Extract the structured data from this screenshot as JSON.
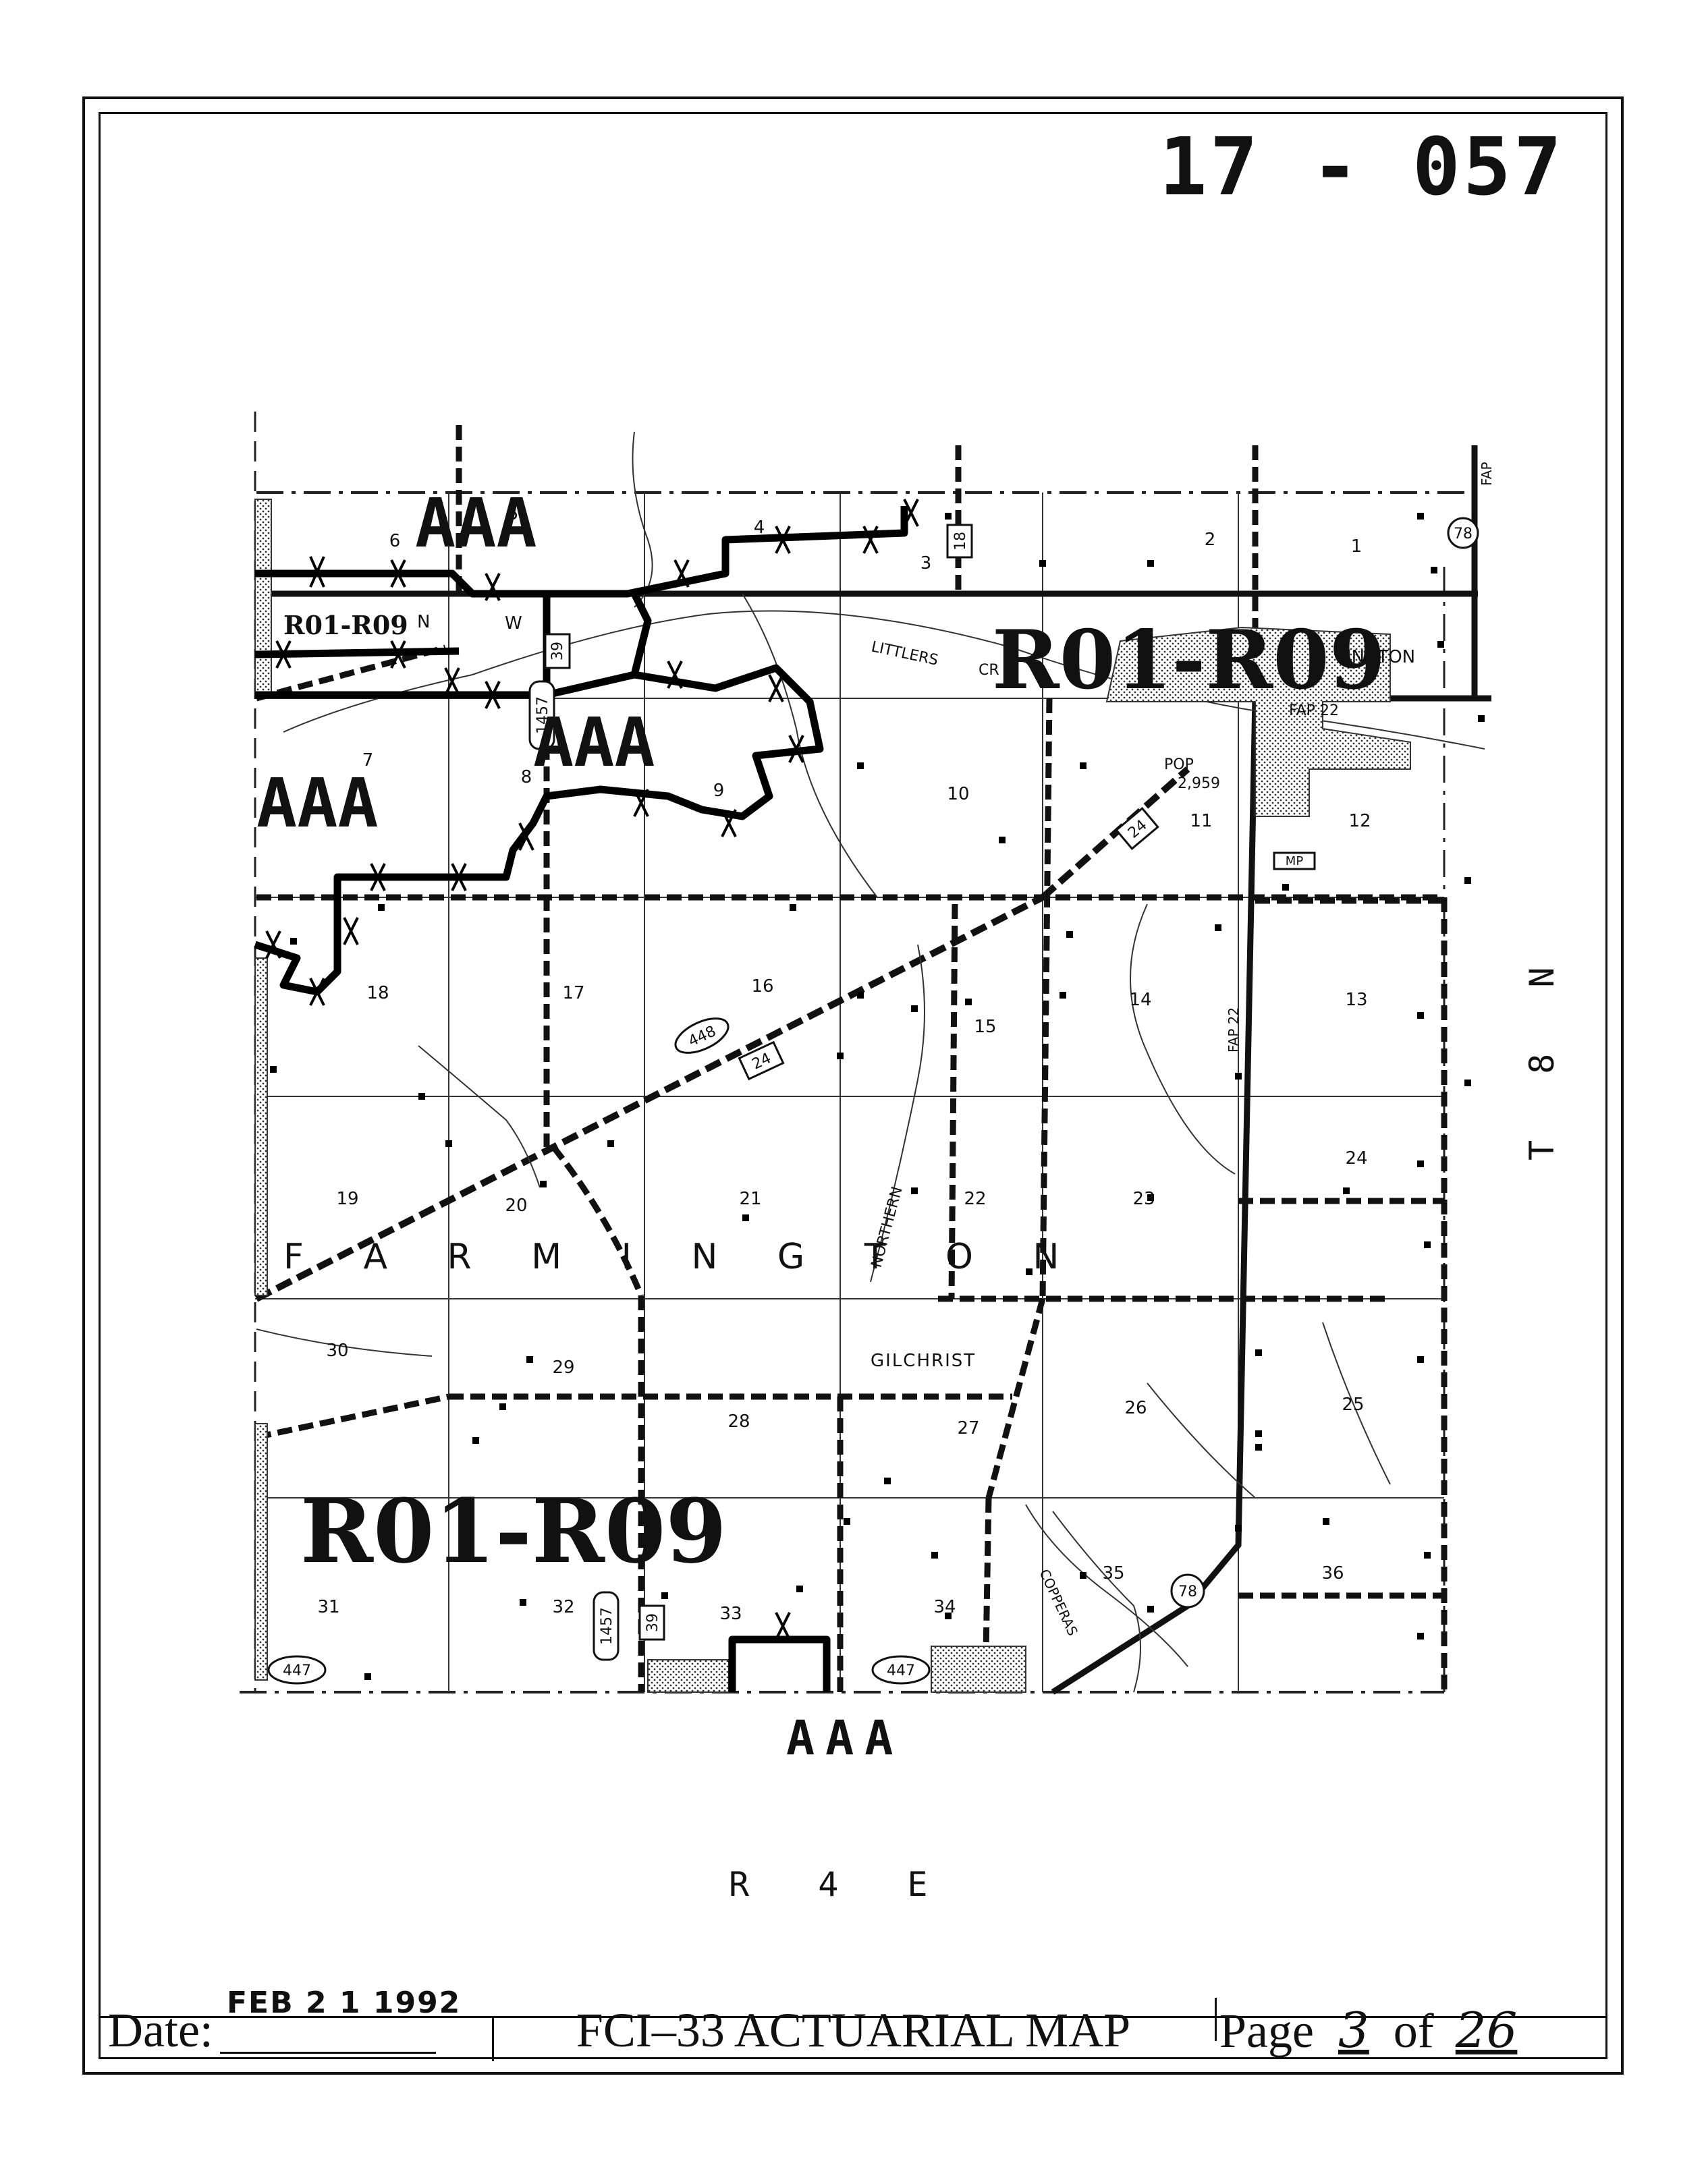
{
  "map_id": "17 - 057",
  "map": {
    "township_label": "T 8 N",
    "range_label": "R 4 E",
    "place_name": "F A R M I N G T O N",
    "town_name": "GILCHRIST",
    "partial_town": "INGTON",
    "pop_label": "POP",
    "pop_value": "2,959",
    "mp_label": "MP",
    "creek_littlers": "LITTLERS",
    "creek_cr": "CR",
    "creek_northern": "NORTHERN",
    "creek_copperas": "COPPERAS",
    "fap_22_label": "FAP 22",
    "fap_label": "FAP",
    "rate_codes": [
      "R01-R09",
      "R01-R09",
      "R01-R09"
    ],
    "risk_labels": [
      "AAA",
      "AAA",
      "AAA",
      "AAA"
    ],
    "sections": [
      "1",
      "2",
      "3",
      "4",
      "5",
      "6",
      "7",
      "8",
      "9",
      "10",
      "11",
      "12",
      "13",
      "14",
      "15",
      "16",
      "17",
      "18",
      "19",
      "20",
      "21",
      "22",
      "23",
      "24",
      "25",
      "26",
      "27",
      "28",
      "29",
      "30",
      "31",
      "32",
      "33",
      "34",
      "35",
      "36"
    ],
    "routes": {
      "r78_top": "78",
      "r18": "18",
      "r39_top": "39",
      "r1457_top": "1457",
      "r24_top": "24",
      "r448": "448",
      "r24_mid": "24",
      "r1457_bottom": "1457",
      "r39_bottom": "39",
      "r447_left": "447",
      "r447_right": "447",
      "r78_bottom": "78"
    },
    "ww_letters": [
      "N",
      "W"
    ]
  },
  "footer": {
    "date_label": "Date:",
    "date_value": "FEB 2 1 1992",
    "title": "FCI–33 ACTUARIAL MAP",
    "page_prefix": "Page",
    "page_number": "3",
    "page_of": "of",
    "page_total": "26"
  }
}
